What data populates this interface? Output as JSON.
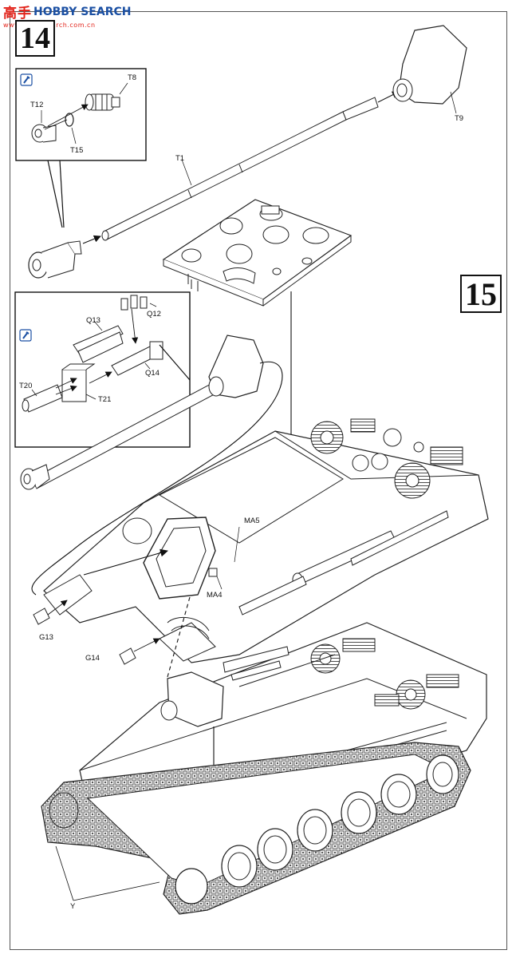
{
  "watermark": {
    "logo": "高手",
    "brand": "HOBBY SEARCH",
    "url": "www.hobbysearch.com.cn"
  },
  "steps": {
    "step14": "14",
    "step15": "15"
  },
  "parts": {
    "T1": "T1",
    "T8": "T8",
    "T9": "T9",
    "T12": "T12",
    "T15": "T15",
    "T20": "T20",
    "T21": "T21",
    "Q12": "Q12",
    "Q13": "Q13",
    "Q14": "Q14",
    "MA4": "MA4",
    "MA5": "MA5",
    "G13": "G13",
    "G14": "G14",
    "Y": "Y"
  },
  "icons": {
    "glue": "glue-icon",
    "arrow": "arrow-icon"
  }
}
